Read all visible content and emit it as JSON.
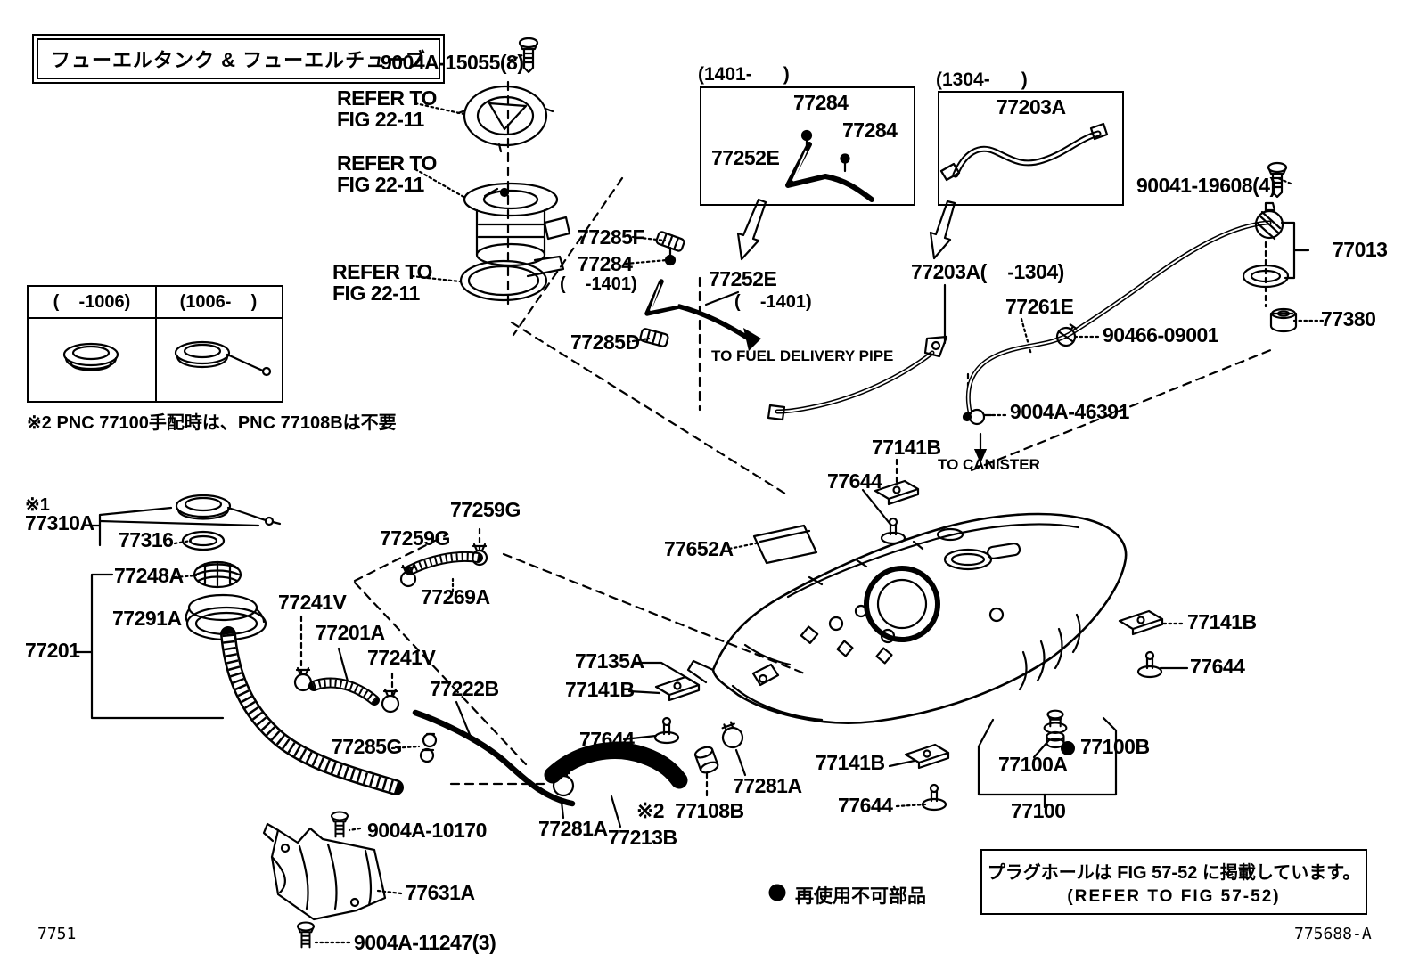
{
  "title": "フューエルタンク & フューエルチューブ",
  "corner": {
    "fig_no": "7751",
    "sheet_no": "775688-A"
  },
  "legend": {
    "text": "再使用不可部品"
  },
  "note2": "※2 PNC 77100手配時は、PNC 77108Bは不要",
  "plug_note": {
    "jp": "プラグホールは FIG 57-52 に掲載しています。",
    "en": "(REFER TO FIG 57-52)"
  },
  "marks": {
    "m1": "※1",
    "m2": "※2"
  },
  "callouts": {
    "refer_to": "REFER TO",
    "fig_2211": "FIG 22-11",
    "to_fuel_delivery_pipe": "TO FUEL DELIVERY PIPE",
    "to_canister": "TO CANISTER"
  },
  "insets": {
    "i1401_caption": "(1401-      )",
    "i1304_caption": "(1304-      )",
    "cap_left_caption": "(    -1006)",
    "cap_right_caption": "(1006-    )"
  },
  "ranges": {
    "r1401": "(    -1401)",
    "r1304": "77203A(    -1304)"
  },
  "parts": {
    "n9004a15055": "9004A-15055(8)",
    "n77284": "77284",
    "n77252e": "77252E",
    "n77203a": "77203A",
    "n90041": "90041-19608(4)",
    "n77013": "77013",
    "n77380": "77380",
    "n90466": "90466-09001",
    "n77261e": "77261E",
    "n9004a46391": "9004A-46391",
    "n77285f": "77285F",
    "n77285d": "77285D",
    "n77141b": "77141B",
    "n77644": "77644",
    "n77652a": "77652A",
    "n77310a": "77310A",
    "n77316": "77316",
    "n77248a": "77248A",
    "n77291a": "77291A",
    "n77201": "77201",
    "n77259g": "77259G",
    "n77269a": "77269A",
    "n77241v": "77241V",
    "n77201a": "77201A",
    "n77222b": "77222B",
    "n77285g": "77285G",
    "n77135a": "77135A",
    "n77281a": "77281A",
    "n77108b": "77108B",
    "n77213b": "77213B",
    "n9004a10170": "9004A-10170",
    "n77631a": "77631A",
    "n9004a11247": "9004A-11247(3)",
    "n77100": "77100",
    "n77100a": "77100A",
    "n77100b": "77100B"
  },
  "colors": {
    "ink": "#000000",
    "paper": "#ffffff"
  }
}
